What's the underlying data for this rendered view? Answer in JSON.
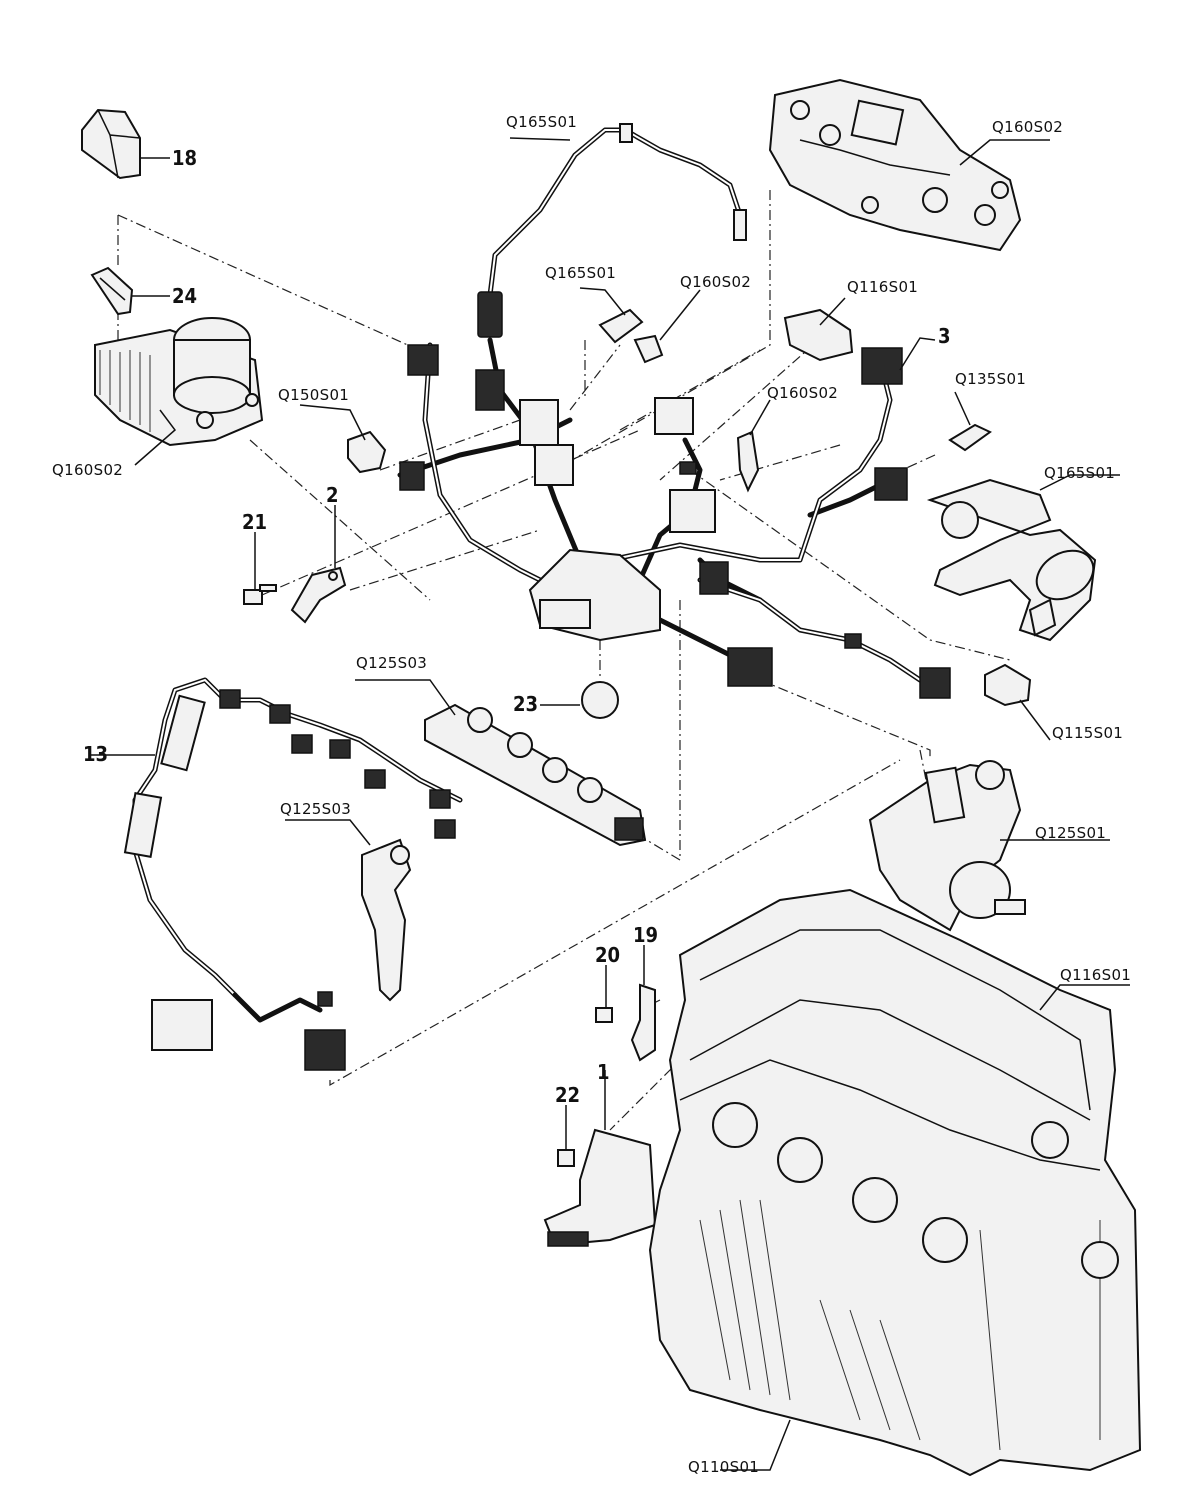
{
  "labels": {
    "q165s01_top": "Q165S01",
    "q160s02_top": "Q160S02",
    "n18": "18",
    "n24": "24",
    "q165s01_sensor": "Q165S01",
    "q160s02_sensor": "Q160S02",
    "q116s01_sensor": "Q116S01",
    "n3": "3",
    "q150s01": "Q150S01",
    "q160s02_mid": "Q160S02",
    "q135s01": "Q135S01",
    "q160s02_throttle": "Q160S02",
    "q165s01_egr": "Q165S01",
    "n21": "21",
    "n2": "2",
    "q125s03_rail": "Q125S03",
    "n23": "23",
    "n13": "13",
    "q115s01": "Q115S01",
    "q125s03_injector": "Q125S03",
    "q125s01": "Q125S01",
    "n19": "19",
    "n20": "20",
    "q116s01_block": "Q116S01",
    "n22": "22",
    "n1": "1",
    "q110s01": "Q110S01"
  }
}
